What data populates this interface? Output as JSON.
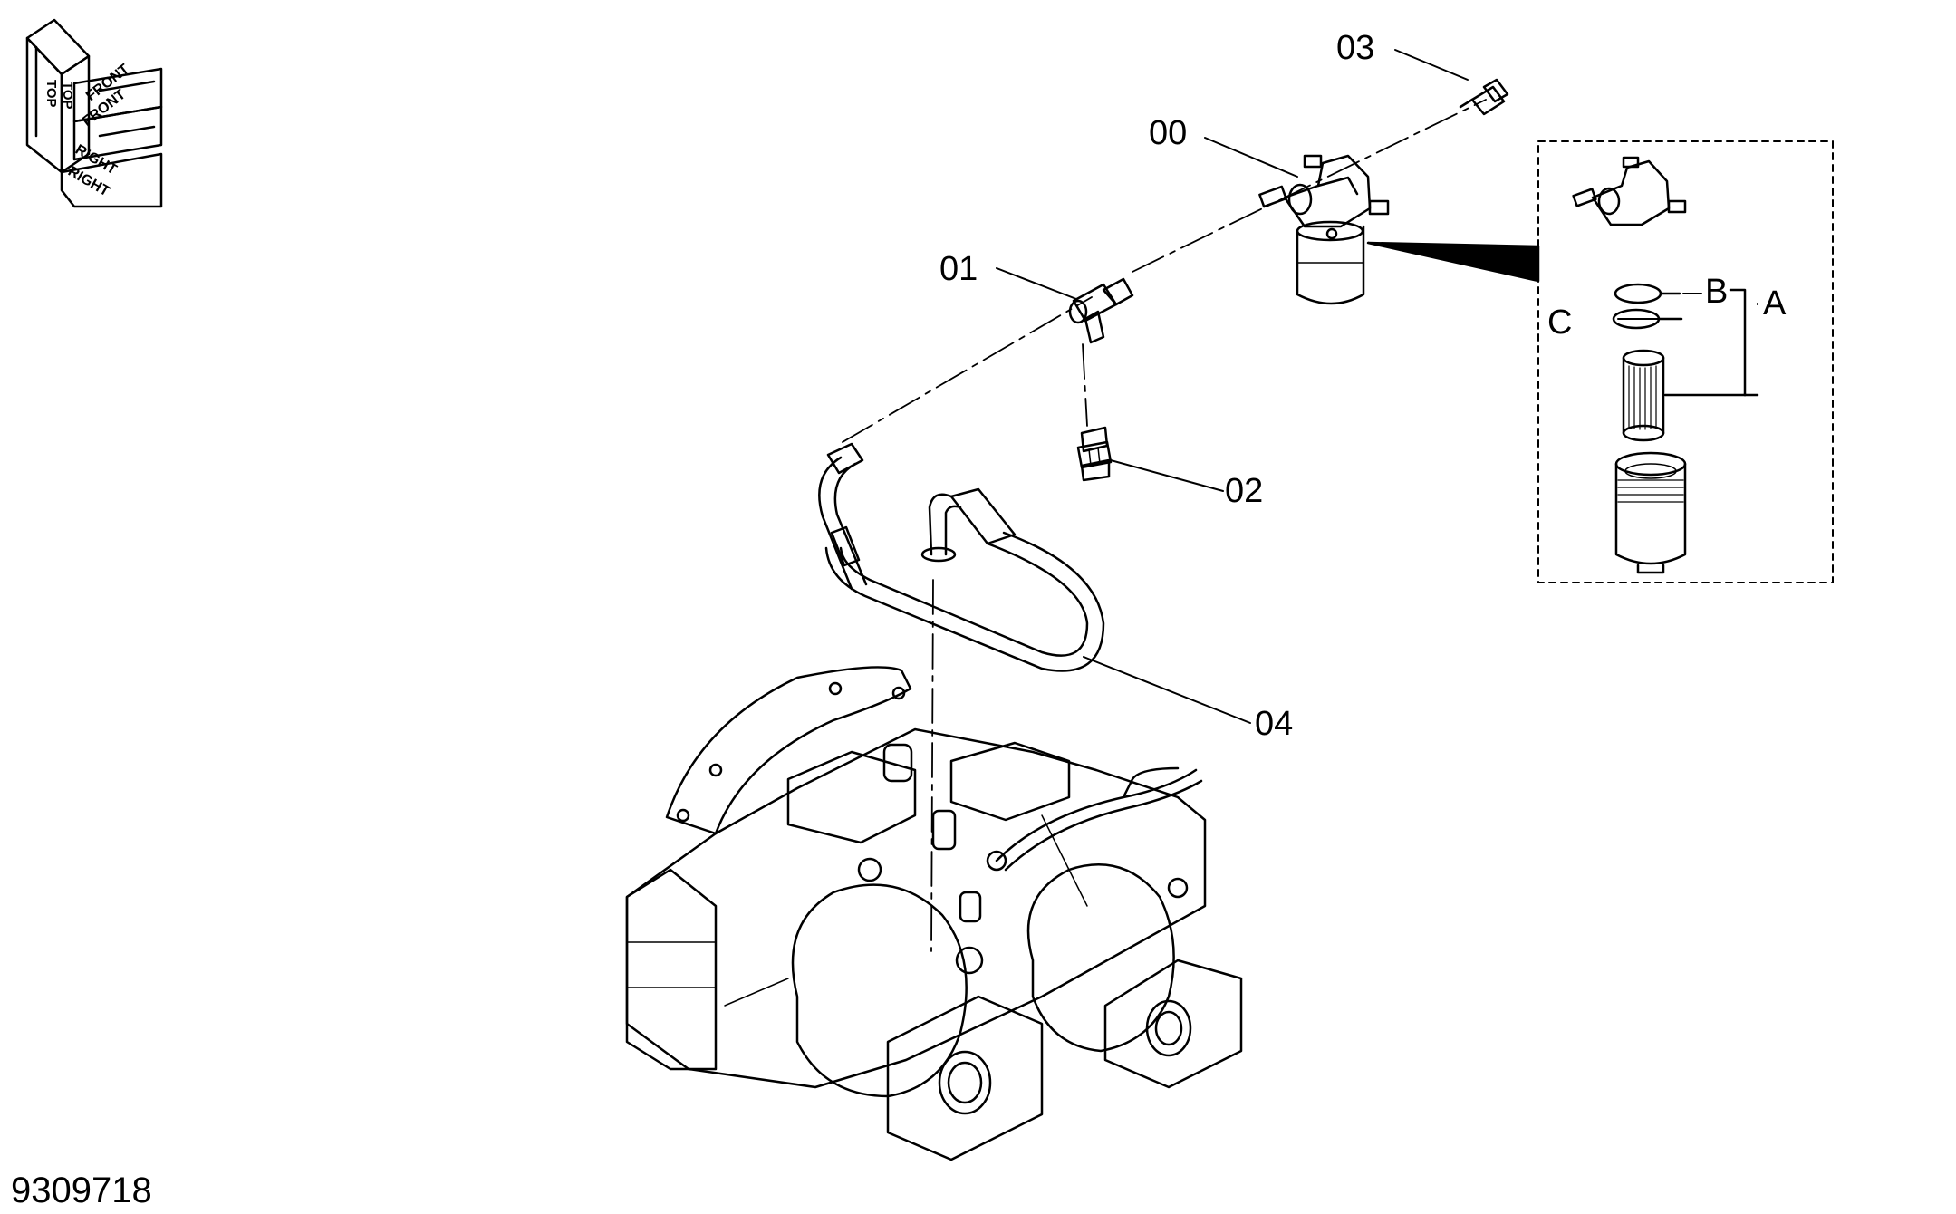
{
  "orientation_icon": {
    "labels": [
      "TOP",
      "TOP",
      "FRONT",
      "FRONT",
      "RIGHT",
      "RIGHT"
    ]
  },
  "callouts": {
    "c00": "00",
    "c01": "01",
    "c02": "02",
    "c03": "03",
    "c04": "04",
    "cA": "A",
    "cB": "B",
    "cC": "C"
  },
  "document_number": "9309718",
  "colors": {
    "line": "#000000",
    "background": "#ffffff",
    "detail_fill": "#000000"
  }
}
